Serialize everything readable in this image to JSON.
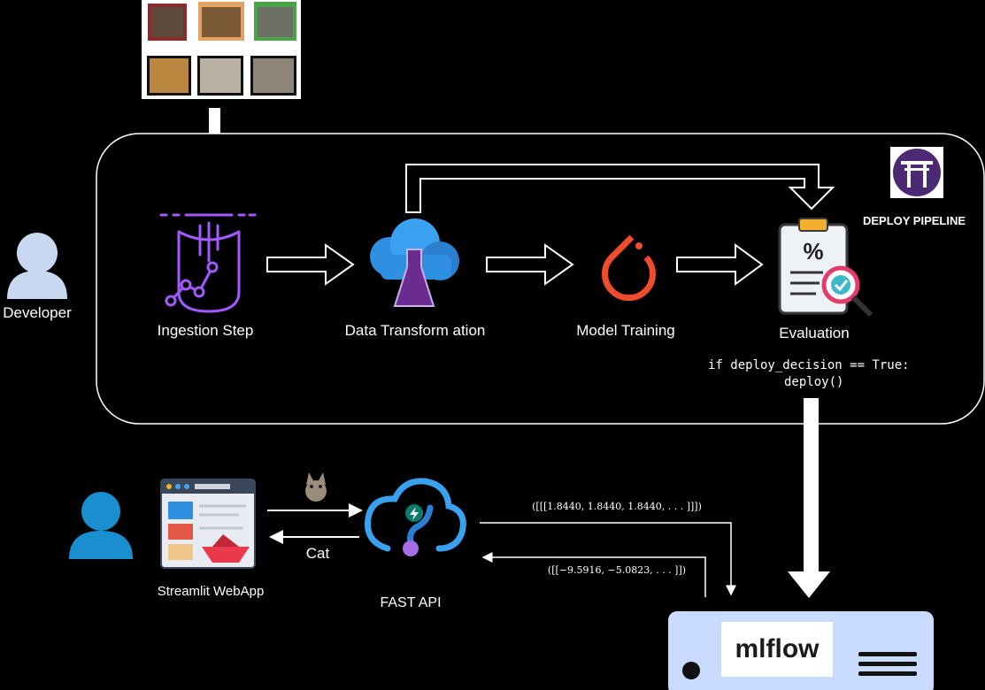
{
  "pipeline": {
    "title": "DEPLOY PIPELINE",
    "steps": [
      {
        "label": "Ingestion Step",
        "icon": "ingestion-icon"
      },
      {
        "label": "Data Transform ation",
        "icon": "azure-ml-icon"
      },
      {
        "label": "Model Training",
        "icon": "pytorch-icon"
      },
      {
        "label": "Evaluation",
        "icon": "evaluation-clipboard-icon"
      }
    ],
    "deploy_code_line1": "if deploy_decision == True:",
    "deploy_code_line2": "deploy()"
  },
  "actors": {
    "developer": "Developer"
  },
  "serving": {
    "webapp_label": "Streamlit WebApp",
    "api_label": "FAST API",
    "prediction": "Cat",
    "request_tensor": "([[[1.8440, 1.8440, 1.8440, . . . ]]])",
    "response_tensor": "([[−9.5916, −5.0823, . . . ]])",
    "mlflow_logo_text": "mlflow"
  },
  "colors": {
    "background": "#000000",
    "ingestion": "#a259ff",
    "azure": "#2f8fe0",
    "pytorch": "#ee4c2c",
    "user": "#1a8fd0",
    "developer": "#c8d8f0",
    "server": "#c9dcff"
  }
}
